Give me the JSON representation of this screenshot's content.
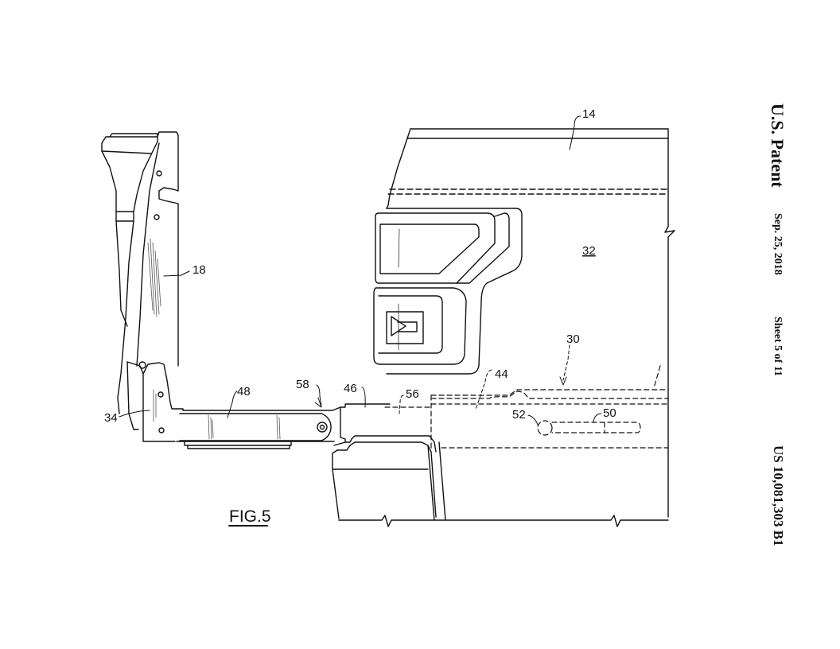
{
  "header": {
    "title": "U.S. Patent",
    "date": "Sep. 25, 2018",
    "sheet": "Sheet 5 of 11",
    "patent_number": "US 10,081,303 B1"
  },
  "figure": {
    "label": "FIG.5",
    "reference_numerals": {
      "n14": "14",
      "n18": "18",
      "n30": "30",
      "n32": "32",
      "n34": "34",
      "n44": "44",
      "n46": "46",
      "n48": "48",
      "n50": "50",
      "n52": "52",
      "n56": "56",
      "n58": "58"
    }
  },
  "colors": {
    "line": "#111111",
    "background": "#ffffff"
  }
}
